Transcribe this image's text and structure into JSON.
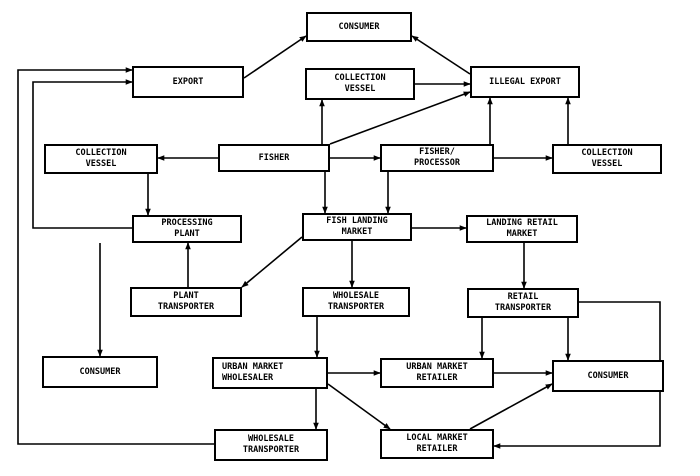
{
  "nodes": {
    "consumer_top": {
      "line1": "CONSUMER",
      "line2": ""
    },
    "export": {
      "line1": "EXPORT",
      "line2": ""
    },
    "collection_vessel_top": {
      "line1": "COLLECTION",
      "line2": "VESSEL"
    },
    "illegal_export": {
      "line1": "ILLEGAL EXPORT",
      "line2": ""
    },
    "collection_vessel_left": {
      "line1": "COLLECTION",
      "line2": "VESSEL"
    },
    "fisher": {
      "line1": "FISHER",
      "line2": ""
    },
    "fisher_processor": {
      "line1": "FISHER/",
      "line2": "PROCESSOR"
    },
    "collection_vessel_right": {
      "line1": "COLLECTION",
      "line2": "VESSEL"
    },
    "processing_plant": {
      "line1": "PROCESSING",
      "line2": "PLANT"
    },
    "fish_landing_market": {
      "line1": "FISH LANDING",
      "line2": "MARKET"
    },
    "landing_retail_market": {
      "line1": "LANDING RETAIL",
      "line2": "MARKET"
    },
    "plant_transporter": {
      "line1": "PLANT",
      "line2": "TRANSPORTER"
    },
    "wholesale_transporter_mid": {
      "line1": "WHOLESALE",
      "line2": "TRANSPORTER"
    },
    "retail_transporter": {
      "line1": "RETAIL",
      "line2": "TRANSPORTER"
    },
    "consumer_left": {
      "line1": "CONSUMER",
      "line2": ""
    },
    "urban_market_wholesaler": {
      "line1": "URBAN MARKET",
      "line2": "WHOLESALER"
    },
    "urban_market_retailer": {
      "line1": "URBAN MARKET",
      "line2": "RETAILER"
    },
    "consumer_right": {
      "line1": "CONSUMER",
      "line2": ""
    },
    "wholesale_transporter_bottom": {
      "line1": "WHOLESALE",
      "line2": "TRANSPORTER"
    },
    "local_market_retailer": {
      "line1": "LOCAL MARKET",
      "line2": "RETAILER"
    }
  },
  "colors": {
    "stroke": "#000000",
    "fill": "#ffffff"
  }
}
